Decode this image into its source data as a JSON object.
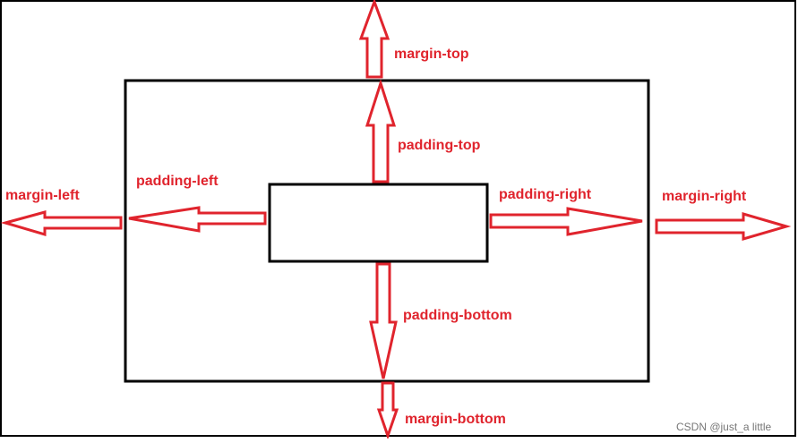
{
  "colors": {
    "arrow": "#e0242d",
    "label": "#e0242d",
    "box_stroke": "#000000",
    "background": "#ffffff",
    "watermark": "#777777"
  },
  "labels": {
    "margin_top": "margin-top",
    "padding_top": "padding-top",
    "padding_left": "padding-left",
    "margin_left": "margin-left",
    "padding_right": "padding-right",
    "margin_right": "margin-right",
    "padding_bottom": "padding-bottom",
    "margin_bottom": "margin-bottom"
  },
  "watermark": "CSDN @just_a little"
}
